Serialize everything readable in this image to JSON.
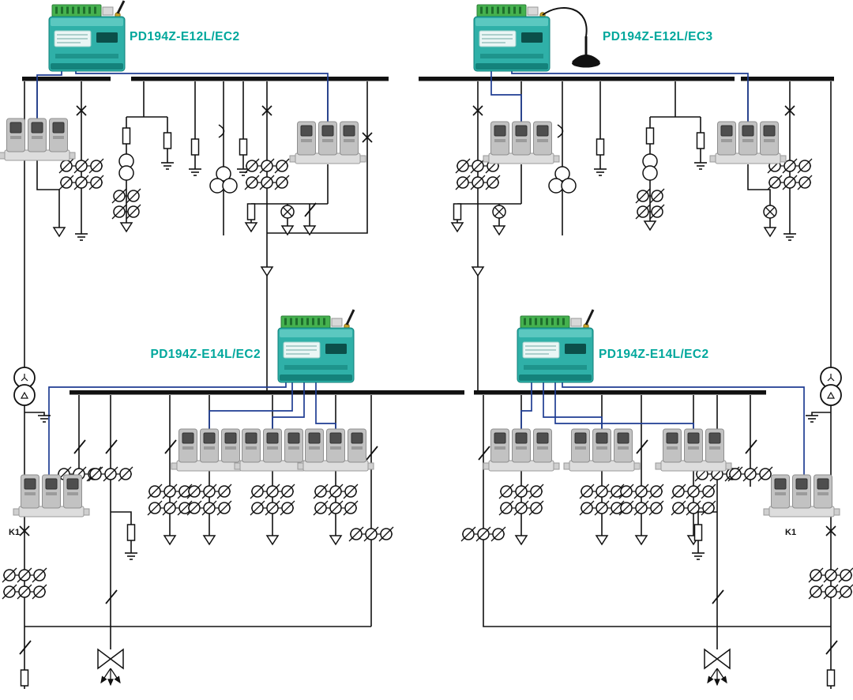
{
  "diagram": {
    "devices": [
      {
        "id": "device-1",
        "label": "PD194Z-E12L/EC2"
      },
      {
        "id": "device-2",
        "label": "PD194Z-E12L/EC3"
      },
      {
        "id": "device-3",
        "label": "PD194Z-E14L/EC2"
      },
      {
        "id": "device-4",
        "label": "PD194Z-E14L/EC2"
      }
    ],
    "annotations": {
      "k1_left": "K1",
      "k1_right": "K1"
    },
    "colors": {
      "label_teal": "#00A79C",
      "device_teal": "#2FB0A8",
      "device_teal_light": "#5BC8C0",
      "device_teal_dark": "#14827B",
      "terminal_green": "#45B14E",
      "comm_blue": "#1F3D93",
      "line_black": "#111111",
      "meter_gray": "#C2C2C2"
    }
  }
}
